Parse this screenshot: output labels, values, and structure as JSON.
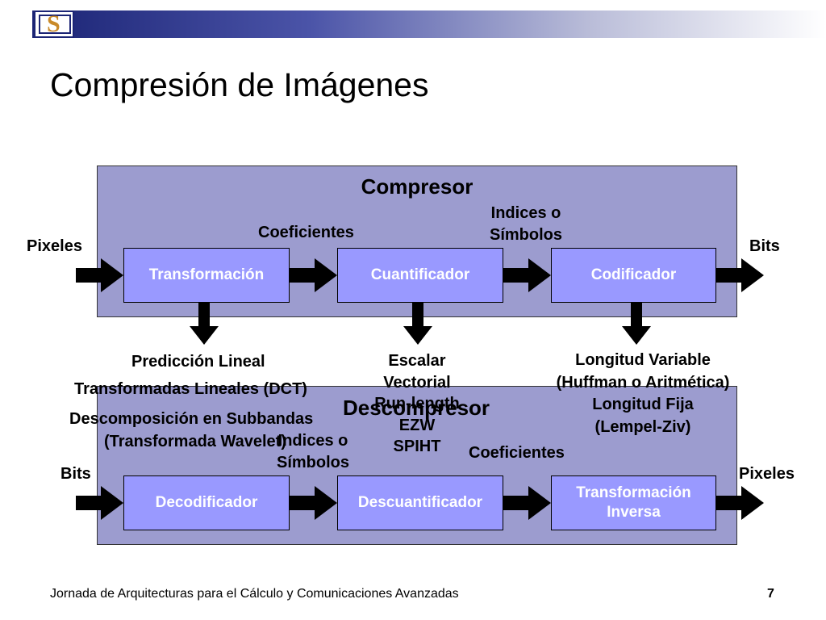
{
  "slide": {
    "title": "Compresión de Imágenes",
    "footer": "Jornada de Arquitecturas para el Cálculo y Comunicaciones Avanzadas",
    "page_number": "7"
  },
  "compressor": {
    "title": "Compresor",
    "input_label": "Pixeles",
    "output_label": "Bits",
    "blocks": [
      "Transformación",
      "Cuantificador",
      "Codificador"
    ],
    "between_labels": {
      "coefficients": "Coeficientes",
      "indices_line1": "Indices o",
      "indices_line2": "Símbolos"
    },
    "methods": {
      "transform": [
        "Predicción Lineal",
        "Transformadas Lineales (DCT)",
        "Descomposición en Subbandas",
        "(Transformada Wavelet)"
      ],
      "quantizer": [
        "Escalar",
        "Vectorial",
        "Run-length",
        "EZW",
        "SPIHT"
      ],
      "coder": [
        "Longitud Variable",
        "(Huffman o Aritmética)",
        "Longitud Fija",
        "(Lempel-Ziv)"
      ]
    }
  },
  "decompressor": {
    "title": "Descompresor",
    "input_label": "Bits",
    "output_label": "Pixeles",
    "blocks": [
      "Decodificador",
      "Descuantificador"
    ],
    "inverse_block": [
      "Transformación",
      "Inversa"
    ],
    "between_labels": {
      "indices_line1": "Indices o",
      "indices_line2": "Símbolos",
      "coefficients": "Coeficientes"
    }
  },
  "colors": {
    "panel": "#9c9ccf",
    "block": "#9999ff",
    "arrow": "#000000"
  }
}
